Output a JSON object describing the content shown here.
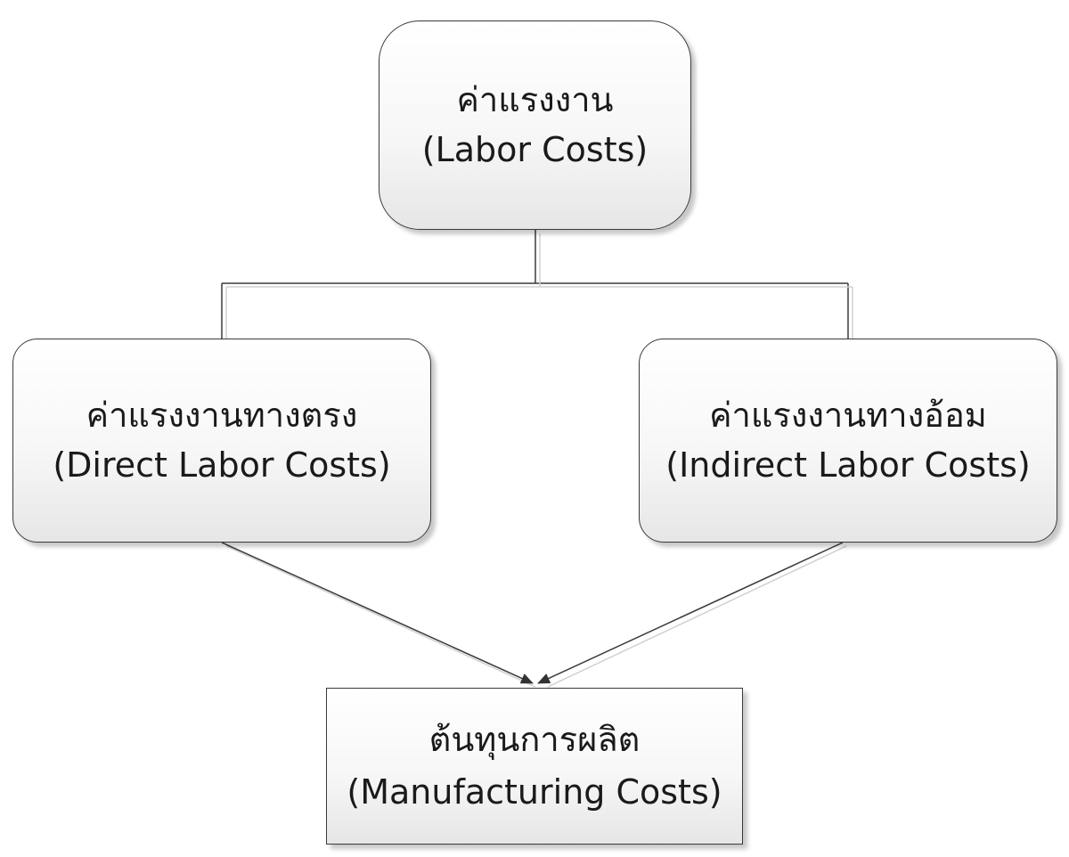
{
  "diagram": {
    "root": {
      "thai": "ค่าแรงงาน",
      "english": "(Labor Costs)"
    },
    "direct": {
      "thai": "ค่าแรงงานทางตรง",
      "english": "(Direct Labor Costs)"
    },
    "indirect": {
      "thai": "ค่าแรงงานทางอ้อม",
      "english": "(Indirect Labor Costs)"
    },
    "manufacturing": {
      "thai": "ต้นทุนการผลิต",
      "english": "(Manufacturing Costs)"
    },
    "edges": [
      {
        "from": "root",
        "to": "direct",
        "style": "tree-connector"
      },
      {
        "from": "root",
        "to": "indirect",
        "style": "tree-connector"
      },
      {
        "from": "direct",
        "to": "manufacturing",
        "style": "arrow"
      },
      {
        "from": "indirect",
        "to": "manufacturing",
        "style": "arrow"
      }
    ],
    "colors": {
      "line": "#3a3a3a",
      "box_border": "#3a3a3a",
      "box_fill_top": "#ffffff",
      "box_fill_bottom": "#e6e6e6"
    }
  }
}
